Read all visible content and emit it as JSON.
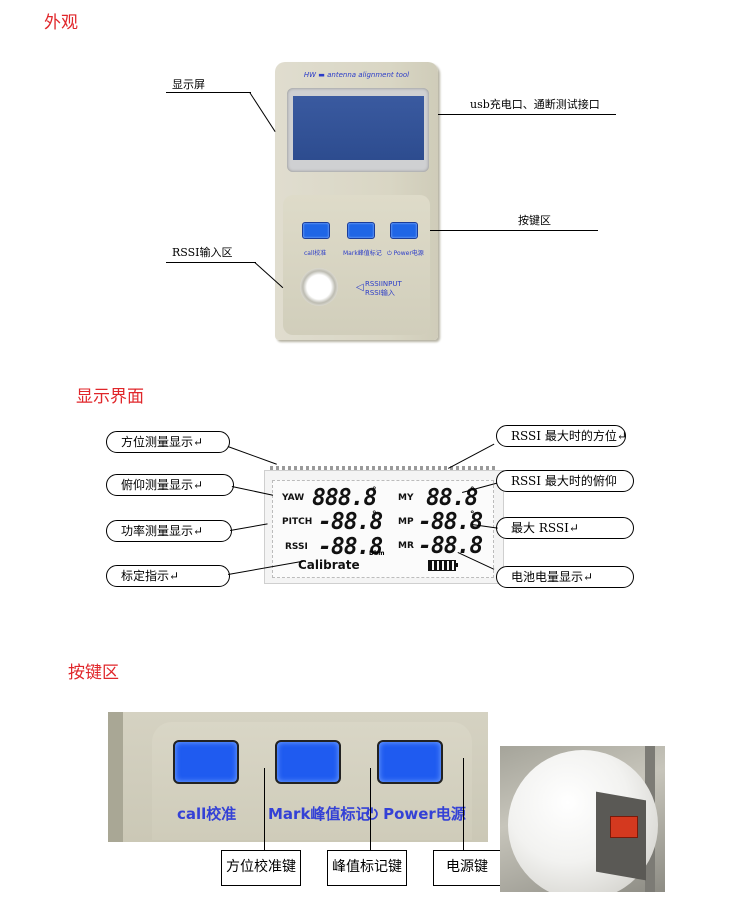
{
  "sections": {
    "appearance": "外观",
    "display_ui": "显示界面",
    "keypad": "按键区"
  },
  "appearance_labels": {
    "screen": "显示屏",
    "usb": "usb充电口、通断测试接口",
    "keys": "按键区",
    "rssi_input": "RSSI输入区"
  },
  "device": {
    "header_text": "HW ▬ antenna alignment tool",
    "btn_call": "call校准",
    "btn_mark": "Mark峰值标记",
    "btn_power": "⏻ Power电源",
    "rssi_input_1": "RSSIINPUT",
    "rssi_input_2": "RSSI输入"
  },
  "lcd": {
    "yaw_label": "YAW",
    "yaw_value": "888.8",
    "pitch_label": "PITCH",
    "pitch_value": "-88.8",
    "rssi_label": "RSSI",
    "rssi_value": "-88.8",
    "rssi_unit": "Dbm",
    "calibrate": "Calibrate",
    "my_label": "MY",
    "my_value": "88.8",
    "mp_label": "MP",
    "mp_value": "-88.8",
    "mr_label": "MR",
    "mr_value": "-88.8",
    "degree": "°"
  },
  "display_callouts": {
    "left1": "方位测量显示↵",
    "left2": "俯仰测量显示↵",
    "left3": "功率测量显示↵",
    "left4": "标定指示↵",
    "right1": "RSSI 最大时的方位↵",
    "right2": "RSSI 最大时的俯仰",
    "right3": "最大 RSSI↵",
    "right4": "电池电量显示↵"
  },
  "keypad": {
    "lbl_call": "call校准",
    "lbl_mark": "Mark峰值标记",
    "lbl_power": "⏻ Power电源",
    "box_calibrate": "方位校准键",
    "box_mark": "峰值标记键",
    "box_power": "电源键"
  }
}
